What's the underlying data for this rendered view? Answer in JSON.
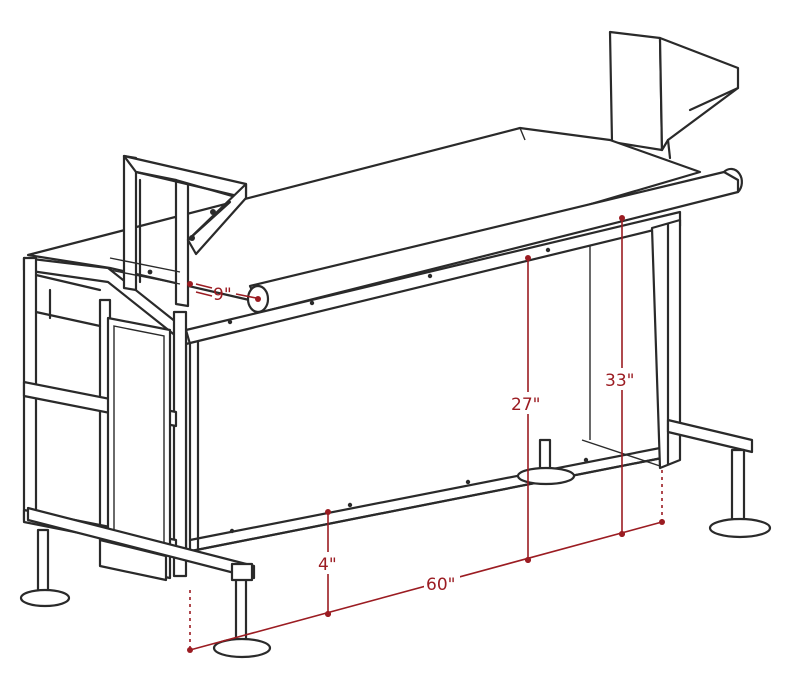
{
  "colors": {
    "line": "#2a2a2a",
    "dimension": "#9b1c22",
    "background": "#ffffff"
  },
  "dimensions": {
    "roller_diameter": "9\"",
    "top_height": "33\"",
    "panel_height": "27\"",
    "bottom_clearance": "4\"",
    "length": "60\""
  }
}
